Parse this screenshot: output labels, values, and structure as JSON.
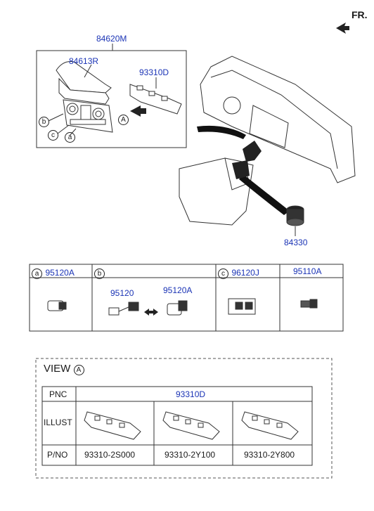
{
  "direction": {
    "label": "FR."
  },
  "main": {
    "assembly_part": "84620M",
    "panel_part": "84613R",
    "switch_part": "93310D",
    "view_marker": "A",
    "callouts": [
      "b",
      "c",
      "a"
    ],
    "knob_part": "84330"
  },
  "parts_table": {
    "columns": [
      {
        "ref": "a",
        "part": "95120A"
      },
      {
        "ref": "b",
        "part": ""
      },
      {
        "ref": "c",
        "part": "96120J"
      },
      {
        "ref": "",
        "part": "95110A"
      }
    ],
    "b_parts": [
      "95120",
      "95120A"
    ]
  },
  "view": {
    "title": "VIEW",
    "marker": "A",
    "pnc_label": "PNC",
    "pnc_value": "93310D",
    "illust_label": "ILLUST",
    "pno_label": "P/NO",
    "part_numbers": [
      "93310-2S000",
      "93310-2Y100",
      "93310-2Y800"
    ]
  }
}
